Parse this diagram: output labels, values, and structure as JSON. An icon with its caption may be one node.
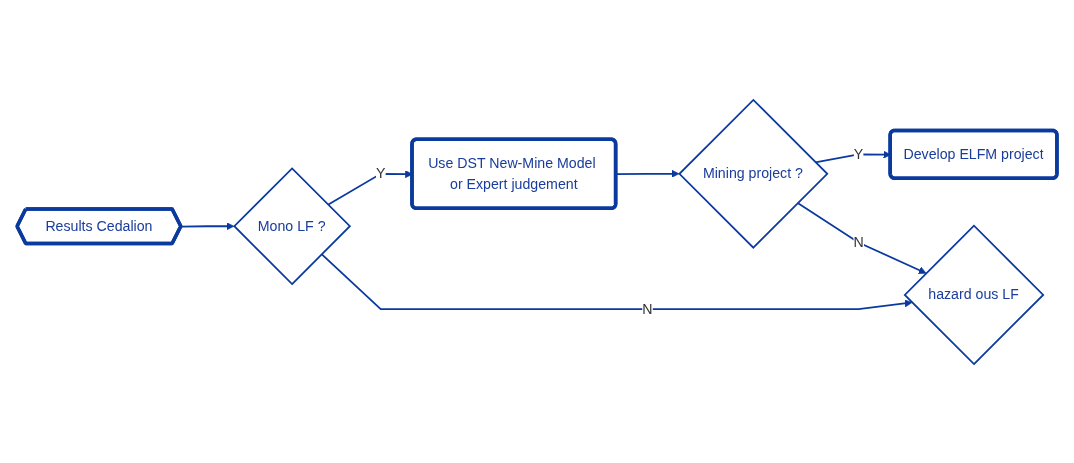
{
  "diagram": {
    "nodes": [
      {
        "text": [
          "Results Cedalion"
        ]
      },
      {
        "text": [
          "Mono LF ?"
        ]
      },
      {
        "text": [
          "Use DST New-Mine Model or Expert judgement"
        ]
      },
      {
        "text": [
          "Mining project ?"
        ]
      },
      {
        "text": [
          "Develop ELFM project"
        ]
      },
      {
        "text": [
          "hazard ous LF"
        ]
      }
    ],
    "edges": [
      {
        "from": 0,
        "to": 1,
        "arrow": "to"
      },
      {
        "from": 1,
        "to": 2,
        "arrow": "to",
        "label": "Y"
      },
      {
        "from": 2,
        "to": 3,
        "arrow": "to"
      },
      {
        "from": 3,
        "to": 4,
        "arrow": "to",
        "label": "Y"
      },
      {
        "from": 1,
        "to": 5,
        "arrow": "to",
        "label": "N"
      },
      {
        "from": 3,
        "to": 5,
        "arrow": "to",
        "label": "N"
      }
    ]
  }
}
